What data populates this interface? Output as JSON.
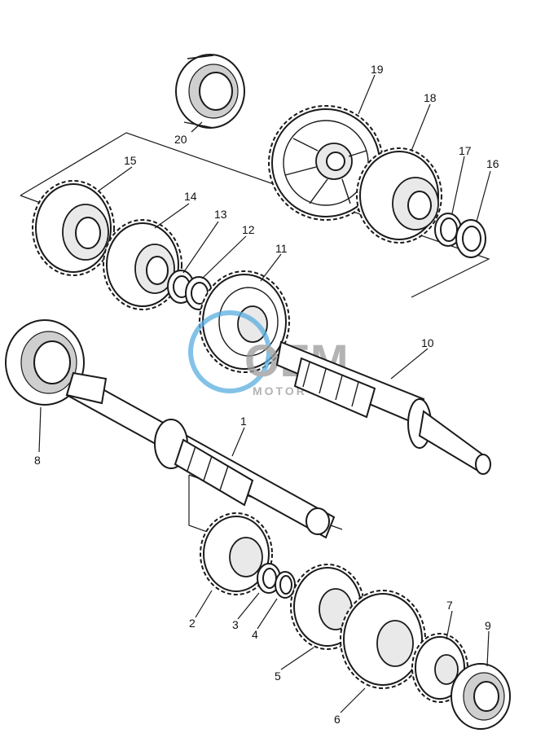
{
  "watermark": {
    "brand": "OEM",
    "sub": "MOTOR",
    "color": "#5aaee0",
    "grey": "#9a9a9a"
  },
  "labels": {
    "l1": "1",
    "l2": "2",
    "l3": "3",
    "l4": "4",
    "l5": "5",
    "l6": "6",
    "l7": "7",
    "l8": "8",
    "l9": "9",
    "l10": "10",
    "l11": "11",
    "l12": "12",
    "l13": "13",
    "l14": "14",
    "l15": "15",
    "l16": "16",
    "l17": "17",
    "l18": "18",
    "l19": "19",
    "l20": "20"
  }
}
